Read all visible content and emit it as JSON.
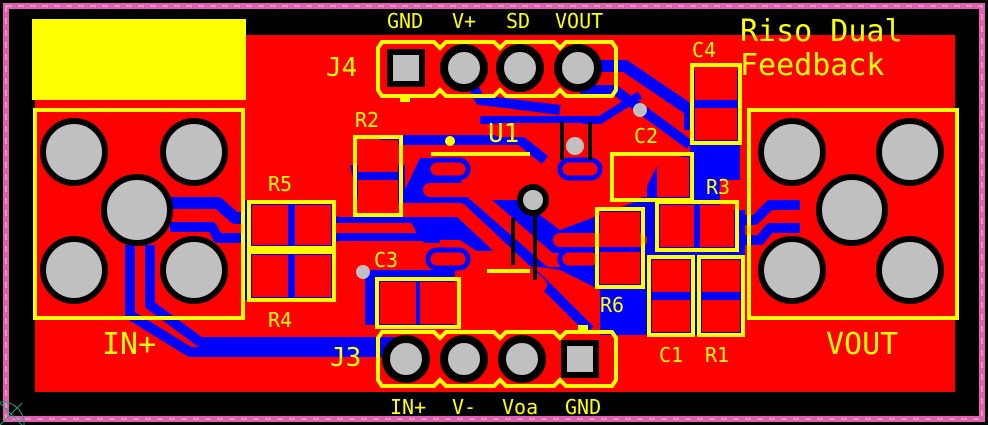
{
  "board": {
    "title_line1": "Riso Dual",
    "title_line2": "Feedback",
    "colors": {
      "background": "#000000",
      "outline": "#e060b0",
      "copper_top": "#ff0000",
      "copper_bottom": "#0000ff",
      "silkscreen": "#ffff00",
      "pad": "#c0c0c0",
      "keepout": "#000000"
    }
  },
  "connectors": {
    "j4": {
      "designator": "J4",
      "pins": [
        "GND",
        "V+",
        "SD",
        "VOUT"
      ]
    },
    "j3": {
      "designator": "J3",
      "pins": [
        "IN+",
        "V-",
        "Voa",
        "GND"
      ]
    },
    "in_plus": {
      "label": "IN+"
    },
    "vout": {
      "label": "VOUT"
    }
  },
  "components": {
    "u1": "U1",
    "r1": "R1",
    "r2": "R2",
    "r3": "R3",
    "r4": "R4",
    "r5": "R5",
    "r6": "R6",
    "c1": "C1",
    "c2": "C2",
    "c3": "C3",
    "c4": "C4"
  }
}
